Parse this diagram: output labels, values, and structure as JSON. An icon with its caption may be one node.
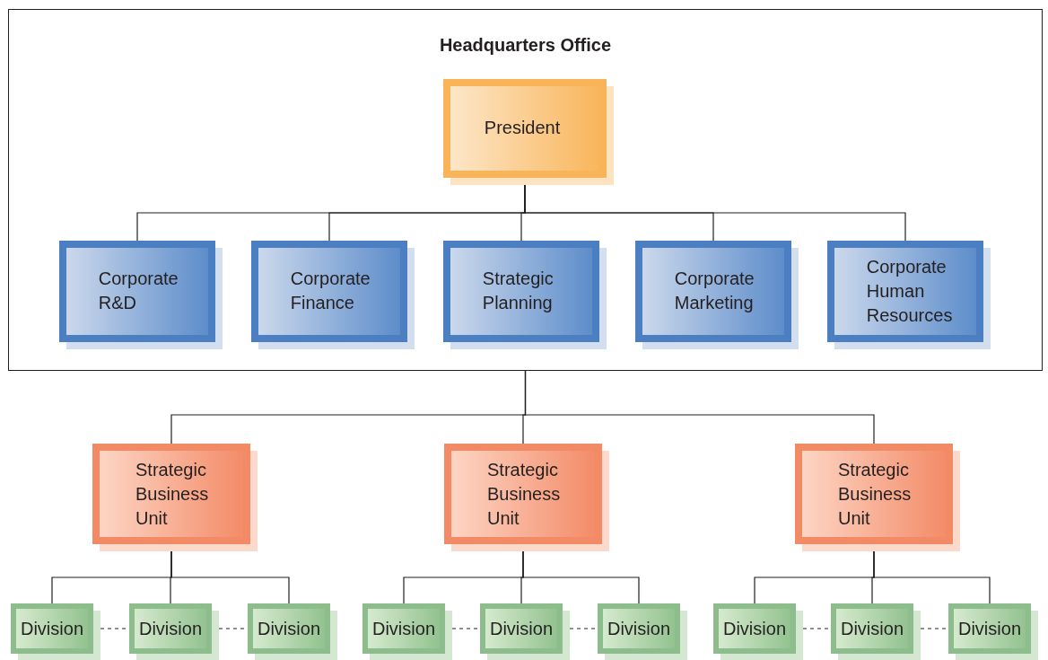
{
  "diagram": {
    "nodes": [
      {
        "text": [
          "Headquarters Office"
        ]
      },
      {
        "text": [
          "President"
        ],
        "in": 0
      },
      {
        "text": [
          "Corporate R&D"
        ],
        "in": 0
      },
      {
        "text": [
          "Corporate Finance"
        ],
        "in": 0
      },
      {
        "text": [
          "Strategic Planning"
        ],
        "in": 0
      },
      {
        "text": [
          "Corporate Marketing"
        ],
        "in": 0
      },
      {
        "text": [
          "Corporate Human Resources"
        ],
        "in": 0
      },
      {
        "text": [
          "Strategic Business Unit"
        ]
      },
      {
        "text": [
          "Strategic Business Unit"
        ]
      },
      {
        "text": [
          "Strategic Business Unit"
        ]
      },
      {
        "text": [
          "Division"
        ]
      },
      {
        "text": [
          "Division"
        ]
      },
      {
        "text": [
          "Division"
        ]
      },
      {
        "text": [
          "Division"
        ]
      },
      {
        "text": [
          "Division"
        ]
      },
      {
        "text": [
          "Division"
        ]
      },
      {
        "text": [
          "Division"
        ]
      },
      {
        "text": [
          "Division"
        ]
      },
      {
        "text": [
          "Division"
        ]
      }
    ],
    "edges": [
      {
        "from": 1,
        "to": 2,
        "arrow": "none"
      },
      {
        "from": 1,
        "to": 3,
        "arrow": "none"
      },
      {
        "from": 1,
        "to": 4,
        "arrow": "none"
      },
      {
        "from": 1,
        "to": 5,
        "arrow": "none"
      },
      {
        "from": 1,
        "to": 6,
        "arrow": "none"
      },
      {
        "from": 0,
        "to": 7,
        "arrow": "none"
      },
      {
        "from": 0,
        "to": 8,
        "arrow": "none"
      },
      {
        "from": 0,
        "to": 9,
        "arrow": "none"
      },
      {
        "from": 7,
        "to": 10,
        "arrow": "none"
      },
      {
        "from": 7,
        "to": 11,
        "arrow": "none"
      },
      {
        "from": 7,
        "to": 12,
        "arrow": "none"
      },
      {
        "from": 8,
        "to": 13,
        "arrow": "none"
      },
      {
        "from": 8,
        "to": 14,
        "arrow": "none"
      },
      {
        "from": 8,
        "to": 15,
        "arrow": "none"
      },
      {
        "from": 9,
        "to": 16,
        "arrow": "none"
      },
      {
        "from": 9,
        "to": 17,
        "arrow": "none"
      },
      {
        "from": 9,
        "to": 18,
        "arrow": "none"
      },
      {
        "from": 10,
        "to": 11,
        "arrow": "none",
        "style": "dashed"
      },
      {
        "from": 11,
        "to": 12,
        "arrow": "none",
        "style": "dashed"
      },
      {
        "from": 13,
        "to": 14,
        "arrow": "none",
        "style": "dashed"
      },
      {
        "from": 14,
        "to": 15,
        "arrow": "none",
        "style": "dashed"
      },
      {
        "from": 16,
        "to": 17,
        "arrow": "none",
        "style": "dashed"
      },
      {
        "from": 17,
        "to": 18,
        "arrow": "none",
        "style": "dashed"
      }
    ]
  }
}
